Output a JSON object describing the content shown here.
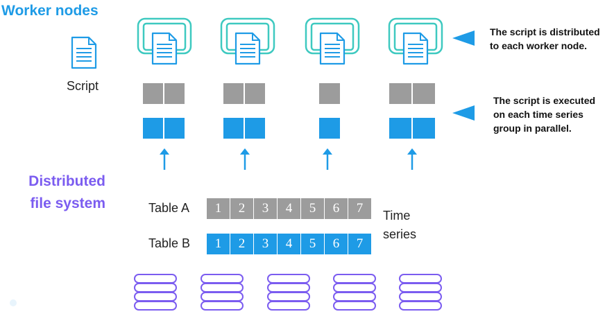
{
  "labels": {
    "worker_nodes": "Worker nodes",
    "dfs_line1": "Distributed",
    "dfs_line2": "file system",
    "script": "Script",
    "note_distributed_1": "The script is distributed",
    "note_distributed_2": "to each worker node.",
    "note_executed_1": "The script is executed",
    "note_executed_2": "on each time series",
    "note_executed_3": "group in parallel.",
    "table_a": "Table A",
    "table_b": "Table B",
    "time_series_1": "Time",
    "time_series_2": "series"
  },
  "tables": {
    "a_cells": [
      "1",
      "2",
      "3",
      "4",
      "5",
      "6",
      "7"
    ],
    "b_cells": [
      "1",
      "2",
      "3",
      "4",
      "5",
      "6",
      "7"
    ]
  },
  "colors": {
    "worker_title": "#1e9be6",
    "dfs_title": "#7b5cf0",
    "monitor": "#3ec9c0",
    "document": "#1e9be6",
    "cycle": "#e03a55",
    "gray_cell": "#9c9c9c",
    "blue_cell": "#1e9be6",
    "storage": "#7b5cf0"
  },
  "icons": [
    "document-icon",
    "monitor-icon",
    "cycle-icon",
    "up-arrow-icon",
    "pointer-triangle-icon",
    "storage-stack-icon"
  ]
}
